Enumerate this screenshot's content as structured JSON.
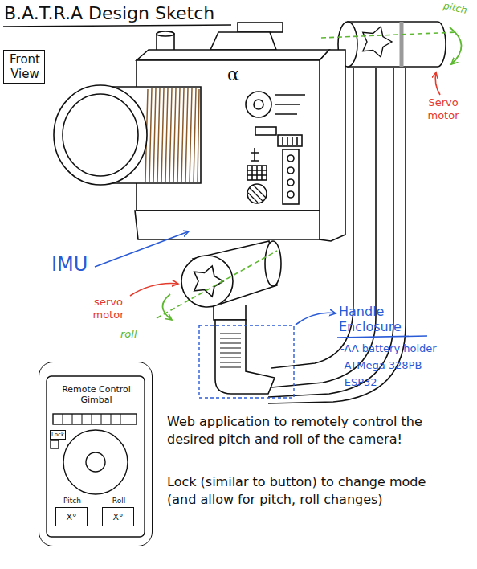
{
  "diagram": {
    "title": "B.A.T.R.A Design Sketch",
    "nodes": [
      {
        "text": [
          "Front View"
        ]
      },
      {
        "text": [
          "Remote Control Gimbal"
        ]
      },
      {
        "text": [
          "Lock"
        ],
        "in": 1
      },
      {
        "text": [
          "Pitch",
          "X°"
        ],
        "in": 1
      },
      {
        "text": [
          "Roll",
          "X°"
        ],
        "in": 1
      }
    ],
    "labels": [
      "α",
      "IMU",
      "pitch",
      "Servo motor",
      "servo motor",
      "roll",
      "Handle Enclosure",
      "-AA battery holder",
      "-ATMega 328PB",
      "-ESP32",
      "Web application to remotely control the desired pitch and roll of the camera!",
      "Lock (similar to button) to change mode (and allow for pitch, roll changes)"
    ]
  }
}
